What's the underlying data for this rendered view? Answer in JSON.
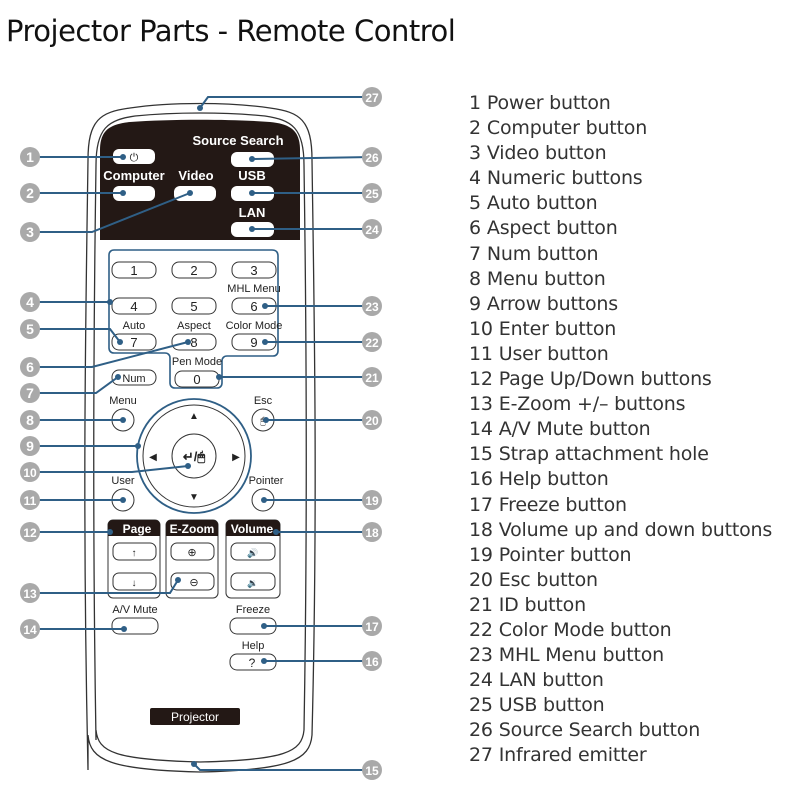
{
  "title": "Projector Parts - Remote Control",
  "colors": {
    "leader_line": "#2f5f86",
    "callout_circle": "#a9a9a9",
    "panel_dark": "#231815",
    "remote_outline": "#333333"
  },
  "remote": {
    "top_panel": {
      "power_icon": "⏻",
      "source_search": "Source Search",
      "computer": "Computer",
      "video": "Video",
      "usb": "USB",
      "lan": "LAN"
    },
    "keypad": {
      "keys": [
        "1",
        "2",
        "3",
        "4",
        "5",
        "6",
        "7",
        "8",
        "9",
        "0"
      ],
      "labels": {
        "mhl_menu": "MHL Menu",
        "auto": "Auto",
        "aspect": "Aspect",
        "color_mode": "Color Mode",
        "pen_mode": "Pen Mode"
      },
      "num": "Num"
    },
    "nav": {
      "menu": "Menu",
      "esc": "Esc",
      "user": "User",
      "pointer": "Pointer",
      "up": "▲",
      "down": "▼",
      "left": "◀",
      "right": "▶",
      "enter": "↵/🖱"
    },
    "groups": {
      "page": "Page",
      "ezoom": "E-Zoom",
      "volume": "Volume",
      "page_up": "↑",
      "page_down": "↓",
      "zoom_in": "⊕",
      "zoom_out": "⊖",
      "vol_up": "🔊",
      "vol_down": "🔉"
    },
    "bottom": {
      "av_mute": "A/V Mute",
      "freeze": "Freeze",
      "help": "Help",
      "help_key": "?",
      "brand": "Projector"
    }
  },
  "callouts": [
    "1",
    "2",
    "3",
    "4",
    "5",
    "6",
    "7",
    "8",
    "9",
    "10",
    "11",
    "12",
    "13",
    "14",
    "15",
    "16",
    "17",
    "18",
    "19",
    "20",
    "21",
    "22",
    "23",
    "24",
    "25",
    "26",
    "27"
  ],
  "legend": [
    {
      "num": "1",
      "label": "Power button"
    },
    {
      "num": "2",
      "label": "Computer button"
    },
    {
      "num": "3",
      "label": "Video button"
    },
    {
      "num": "4",
      "label": "Numeric buttons"
    },
    {
      "num": "5",
      "label": "Auto button"
    },
    {
      "num": "6",
      "label": "Aspect button"
    },
    {
      "num": "7",
      "label": "Num button"
    },
    {
      "num": "8",
      "label": "Menu button"
    },
    {
      "num": "9",
      "label": "Arrow buttons"
    },
    {
      "num": "10",
      "label": "Enter button"
    },
    {
      "num": "11",
      "label": "User button"
    },
    {
      "num": "12",
      "label": "Page Up/Down buttons"
    },
    {
      "num": "13",
      "label": "E-Zoom +/– buttons"
    },
    {
      "num": "14",
      "label": "A/V Mute button"
    },
    {
      "num": "15",
      "label": "Strap attachment hole"
    },
    {
      "num": "16",
      "label": "Help button"
    },
    {
      "num": "17",
      "label": "Freeze button"
    },
    {
      "num": "18",
      "label": "Volume up and down buttons"
    },
    {
      "num": "19",
      "label": "Pointer button"
    },
    {
      "num": "20",
      "label": "Esc button"
    },
    {
      "num": "21",
      "label": "ID button"
    },
    {
      "num": "22",
      "label": "Color Mode button"
    },
    {
      "num": "23",
      "label": "MHL Menu button"
    },
    {
      "num": "24",
      "label": "LAN button"
    },
    {
      "num": "25",
      "label": "USB button"
    },
    {
      "num": "26",
      "label": "Source Search button"
    },
    {
      "num": "27",
      "label": "Infrared emitter"
    }
  ]
}
